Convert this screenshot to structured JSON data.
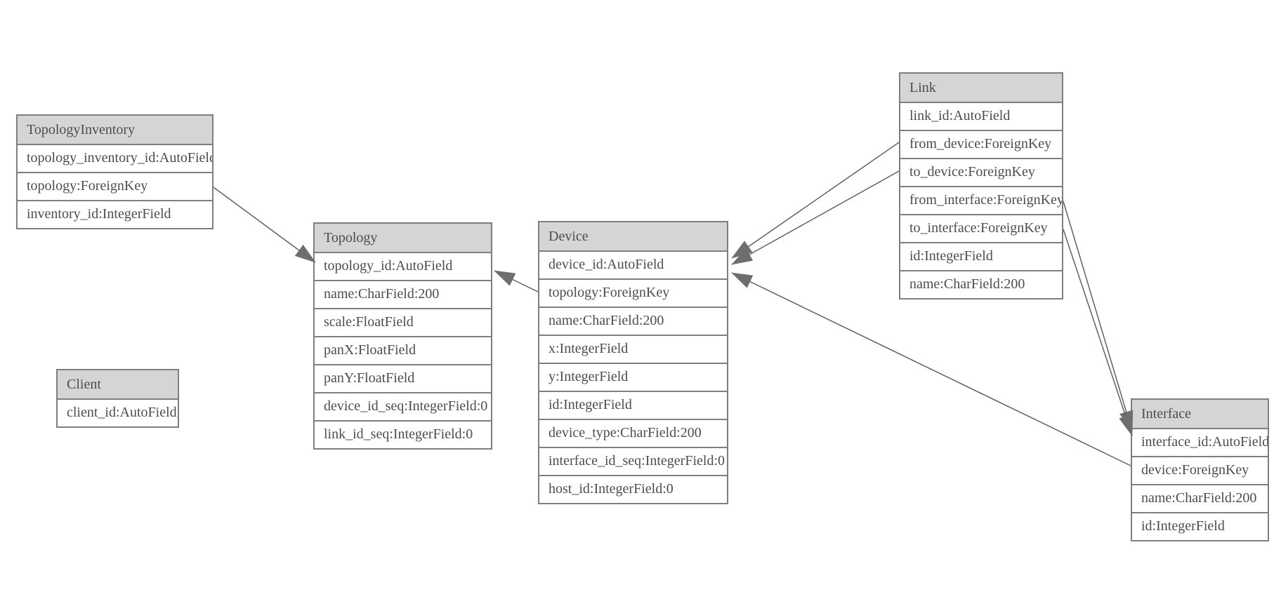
{
  "diagram": {
    "type": "database-model-diagram",
    "colors": {
      "background": "#ffffff",
      "header_fill": "#d5d5d5",
      "border": "#7f7f7f",
      "text": "#4d4d4d",
      "connector_line": "#616161",
      "arrowhead_fill": "#6e6e6e"
    },
    "tables": [
      {
        "title": "TopologyInventory",
        "rows": [
          "topology_inventory_id:AutoField",
          "topology:ForeignKey",
          "inventory_id:IntegerField"
        ]
      },
      {
        "title": "Topology",
        "rows": [
          "topology_id:AutoField",
          "name:CharField:200",
          "scale:FloatField",
          "panX:FloatField",
          "panY:FloatField",
          "device_id_seq:IntegerField:0",
          "link_id_seq:IntegerField:0"
        ]
      },
      {
        "title": "Client",
        "rows": [
          "client_id:AutoField"
        ]
      },
      {
        "title": "Device",
        "rows": [
          "device_id:AutoField",
          "topology:ForeignKey",
          "name:CharField:200",
          "x:IntegerField",
          "y:IntegerField",
          "id:IntegerField",
          "device_type:CharField:200",
          "interface_id_seq:IntegerField:0",
          "host_id:IntegerField:0"
        ]
      },
      {
        "title": "Link",
        "rows": [
          "link_id:AutoField",
          "from_device:ForeignKey",
          "to_device:ForeignKey",
          "from_interface:ForeignKey",
          "to_interface:ForeignKey",
          "id:IntegerField",
          "name:CharField:200"
        ]
      },
      {
        "title": "Interface",
        "rows": [
          "interface_id:AutoField",
          "device:ForeignKey",
          "name:CharField:200",
          "id:IntegerField"
        ]
      }
    ],
    "relationships": [
      {
        "from": "TopologyInventory.topology",
        "to": "Topology.topology_id"
      },
      {
        "from": "Device.topology",
        "to": "Topology.topology_id"
      },
      {
        "from": "Link.from_device",
        "to": "Device.device_id"
      },
      {
        "from": "Link.to_device",
        "to": "Device.device_id"
      },
      {
        "from": "Link.from_interface",
        "to": "Interface.interface_id"
      },
      {
        "from": "Link.to_interface",
        "to": "Interface.interface_id"
      },
      {
        "from": "Interface.device",
        "to": "Device.device_id"
      }
    ]
  }
}
